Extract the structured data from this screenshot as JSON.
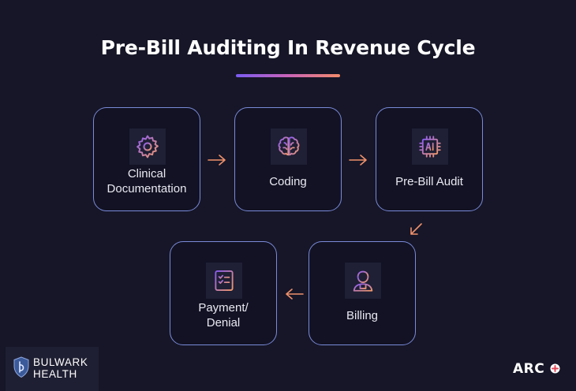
{
  "title": "Pre-Bill Auditing In Revenue Cycle",
  "steps": [
    {
      "label_lines": [
        "Clinical",
        "Documentation"
      ],
      "icon": "gear-icon"
    },
    {
      "label_lines": [
        "Coding"
      ],
      "icon": "brain-icon"
    },
    {
      "label_lines": [
        "Pre-Bill Audit"
      ],
      "icon": "ai-chip-icon"
    },
    {
      "label_lines": [
        "Billing"
      ],
      "icon": "billing-person-icon"
    },
    {
      "label_lines": [
        "Payment/",
        "Denial"
      ],
      "icon": "checklist-icon"
    }
  ],
  "brand": {
    "line1": "BULWARK",
    "line2": "HEALTH",
    "icon": "shield-icon"
  },
  "logo_right": {
    "text": "ARC",
    "icon": "plus-badge-icon"
  },
  "colors": {
    "background": "#161628",
    "card_border": "#7a8ad8",
    "arrow": "#f0906a",
    "icon_gradient_start": "#8a5cf2",
    "icon_gradient_end": "#f29a6a"
  }
}
